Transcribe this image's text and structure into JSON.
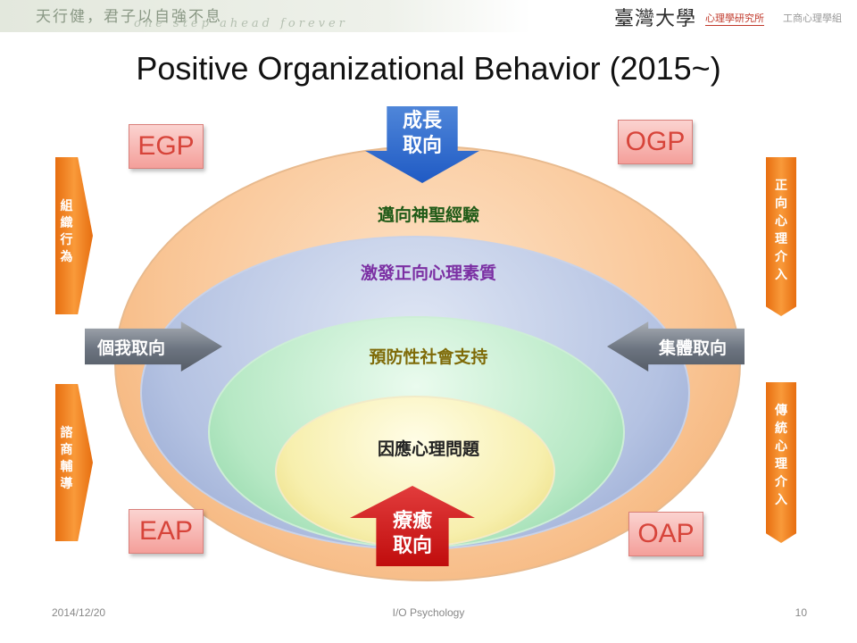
{
  "header": {
    "motto": "天行健，君子以自強不息",
    "motto_en": "one step ahead forever",
    "university": "臺灣大學",
    "department": "心理學研究所",
    "group": "工商心理學組"
  },
  "title": "Positive Organizational Behavior (2015~)",
  "ellipses": {
    "outer": "邁向神聖經驗",
    "second": "激發正向心理素質",
    "third": "預防性社會支持",
    "inner": "因應心理問題"
  },
  "corners": {
    "top_left": "EGP",
    "top_right": "OGP",
    "bottom_left": "EAP",
    "bottom_right": "OAP"
  },
  "left_arrows": {
    "top": [
      "組",
      "織",
      "行",
      "為"
    ],
    "bottom": [
      "諮",
      "商",
      "輔",
      "導"
    ]
  },
  "right_arrows": {
    "top": [
      "正",
      "向",
      "心",
      "理",
      "介",
      "入"
    ],
    "bottom": [
      "傳",
      "統",
      "心",
      "理",
      "介",
      "入"
    ]
  },
  "gray_arrows": {
    "left": "個我取向",
    "right": "集體取向"
  },
  "growth_arrow": [
    "成長",
    "取向"
  ],
  "healing_arrow": [
    "療癒",
    "取向"
  ],
  "footer": {
    "date": "2014/12/20",
    "center": "I/O Psychology",
    "page": "10"
  }
}
